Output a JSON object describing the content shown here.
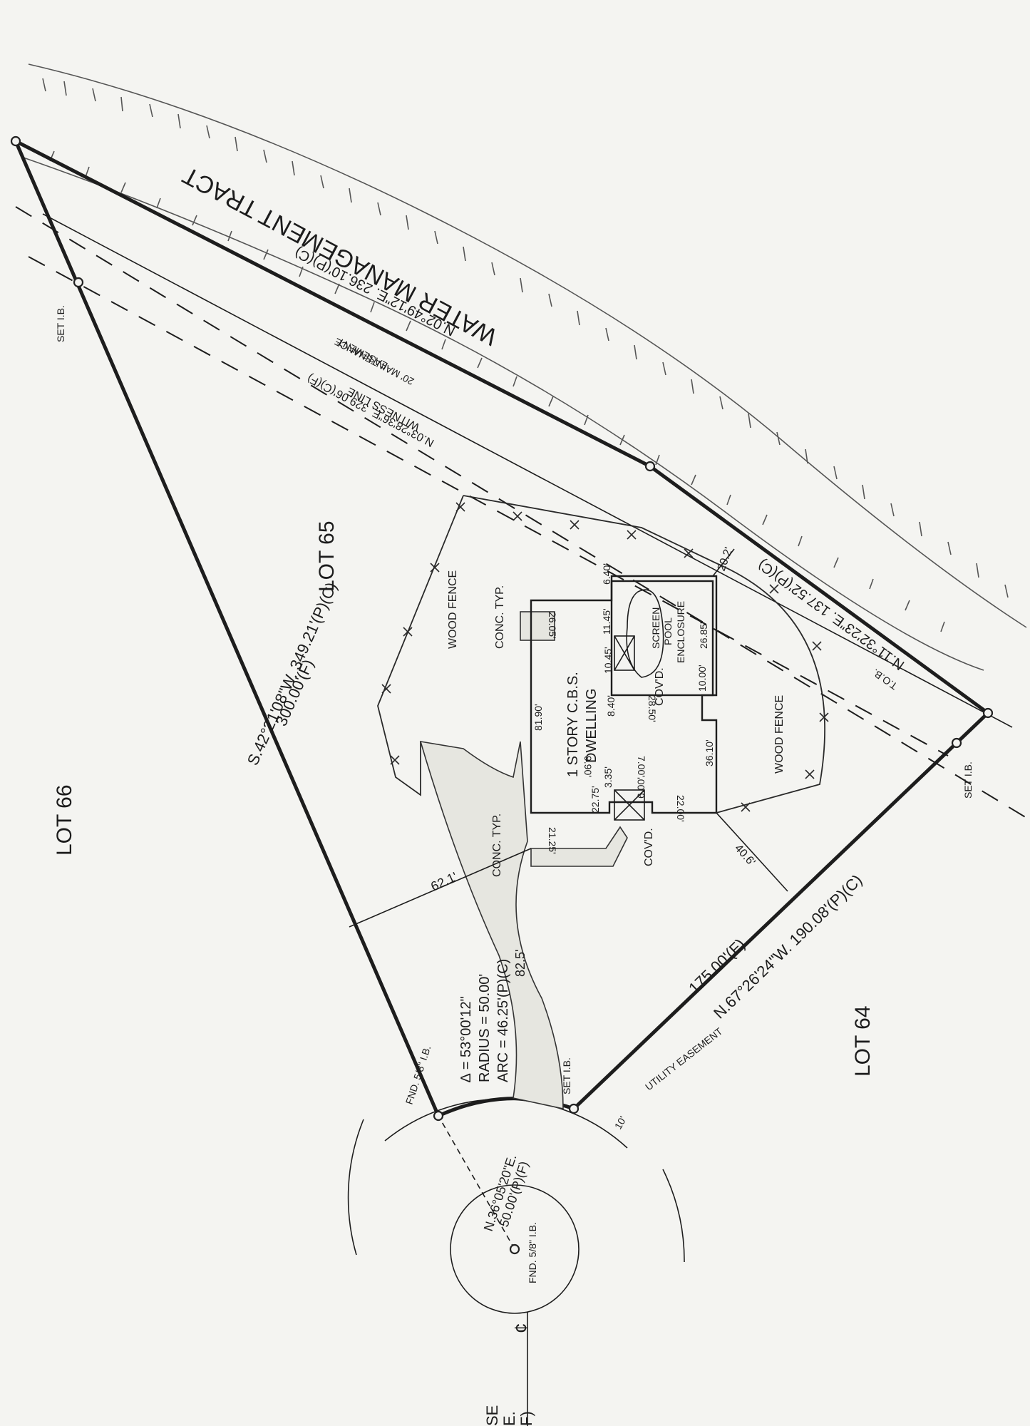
{
  "lots": {
    "lot65": "LOT 65",
    "lot66": "LOT 66",
    "lot64": "LOT 64"
  },
  "tract": "WATER MANAGEMENT TRACT",
  "bearings": {
    "north_a": "N.02°49'12\"E.  236.10'(P)(C)",
    "north_b": "N.11°32'23\"E.  137.52'(P)(C)",
    "witness": "N.03°28'36\"E.  329.06'(C)(F)",
    "west_a": "S.42°21'08\"W.  349.21'(P)(C)",
    "west_b": "300.00'(F)",
    "south_a": "N.67°26'24\"W.  190.08'(P)(C)",
    "south_b": "175.00'(F)",
    "radial_a": "N.36°05'20\"E.",
    "radial_b": "50.00'(P)(F)"
  },
  "easements": {
    "maint_1": "20' MAINTENANCE",
    "maint_2": "EASEMENT",
    "witness_line": "WITNESS LINE",
    "utility": "UTILITY EASEMENT",
    "utility_width": "10'"
  },
  "curve": {
    "delta": "∆ = 53°00'12\"",
    "radius": "RADIUS = 50.00'",
    "arc": "ARC = 46.25'(P)(C)"
  },
  "markers": {
    "set_ib_1": "SET I.B.",
    "set_ib_2": "SET I.B.",
    "set_ib_3": "SET I.B.",
    "fnd_1": "FND. 5/8\" I.B.",
    "fnd_2": "FND. 5/8\" I.B.",
    "tob": "T.O.B."
  },
  "labels": {
    "wood_fence_1": "WOOD FENCE",
    "wood_fence_2": "WOOD FENCE",
    "conc_1": "CONC. TYP.",
    "conc_2": "CONC. TYP.",
    "dwelling_1": "1 STORY C.B.S.",
    "dwelling_2": "DWELLING",
    "covd_1": "COV'D.",
    "covd_2": "COV'D.",
    "pool_1": "SCREEN",
    "pool_2": "POOL",
    "pool_3": "ENCLOSURE",
    "centerline": "¢"
  },
  "dims": {
    "d_2605": "26.05'",
    "d_640": "6.40'",
    "d_1145": "11.45'",
    "d_1045": "10.45'",
    "d_2685": "26.85'",
    "d_202": "20.2'",
    "d_1000": "10.00'",
    "d_2850": "28.50'",
    "d_840": "8.40'",
    "d_8190": "81.90'",
    "d_3610": "36.10'",
    "d_990": "9.90'",
    "d_700": "7.00'",
    "d_335": "3.35'",
    "d_2275": "22.75'",
    "d_600": "6.00'",
    "d_2200": "22.00'",
    "d_2125": "21.25'",
    "d_406": "40.6'",
    "d_621": "62.1'",
    "d_825": "82.5'"
  },
  "edge": {
    "e1": "SE",
    "e2": "E.",
    "e3": "F)"
  }
}
